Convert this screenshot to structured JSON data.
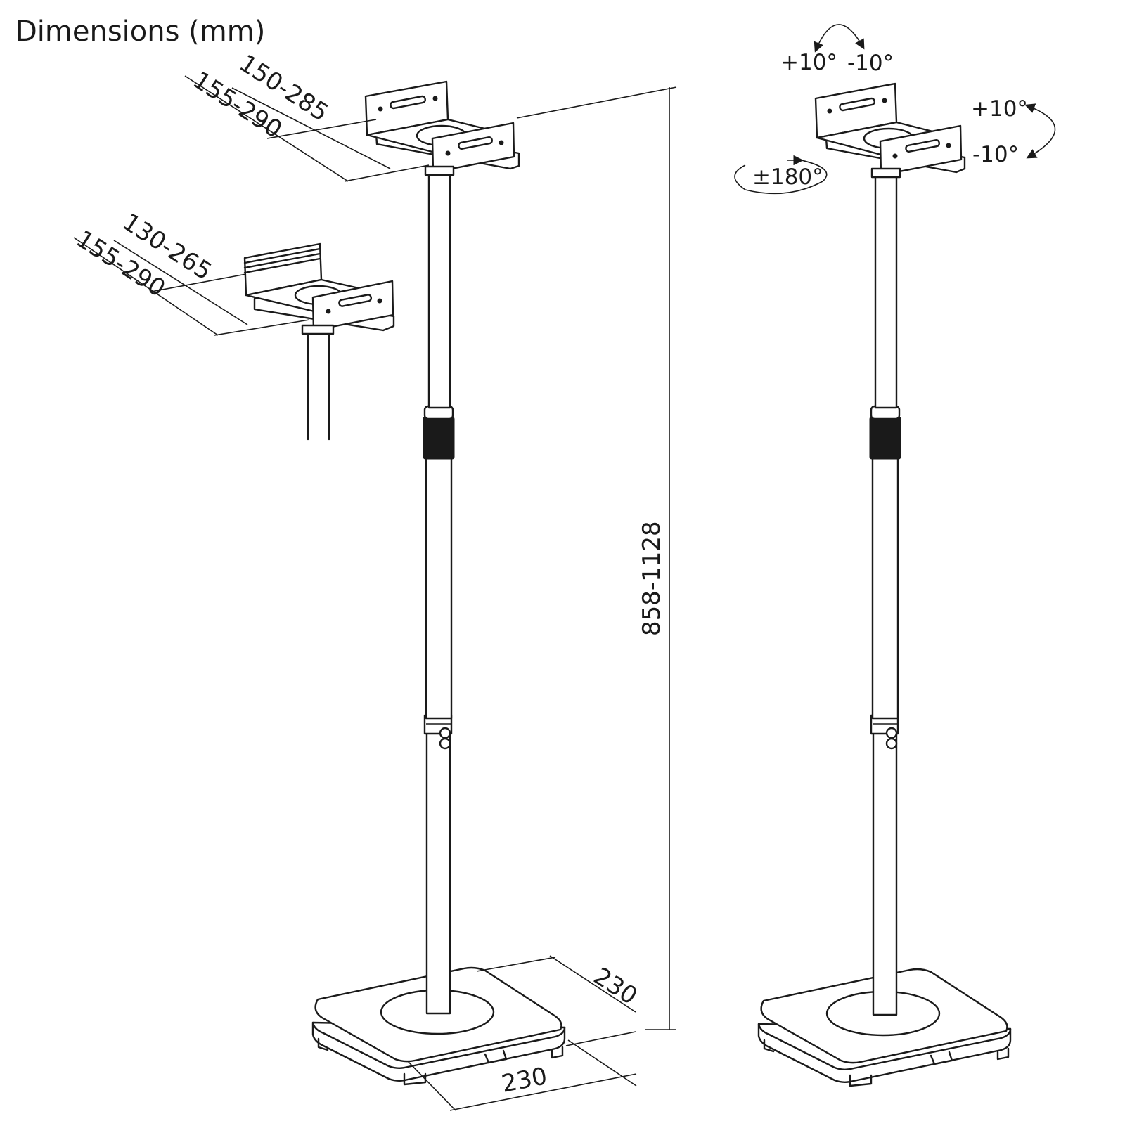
{
  "title": "Dimensions (mm)",
  "dimensions": {
    "bracket_large_inner": "150-285",
    "bracket_large_outer": "155-290",
    "bracket_small_inner": "130-265",
    "bracket_small_outer": "155-290",
    "height": "858-1128",
    "base_depth": "230",
    "base_width": "230"
  },
  "rotation": {
    "tilt_plus": "+10°",
    "tilt_minus": "-10°",
    "swivel_plus": "+10°",
    "swivel_minus": "-10°",
    "rotate": "±180°"
  }
}
